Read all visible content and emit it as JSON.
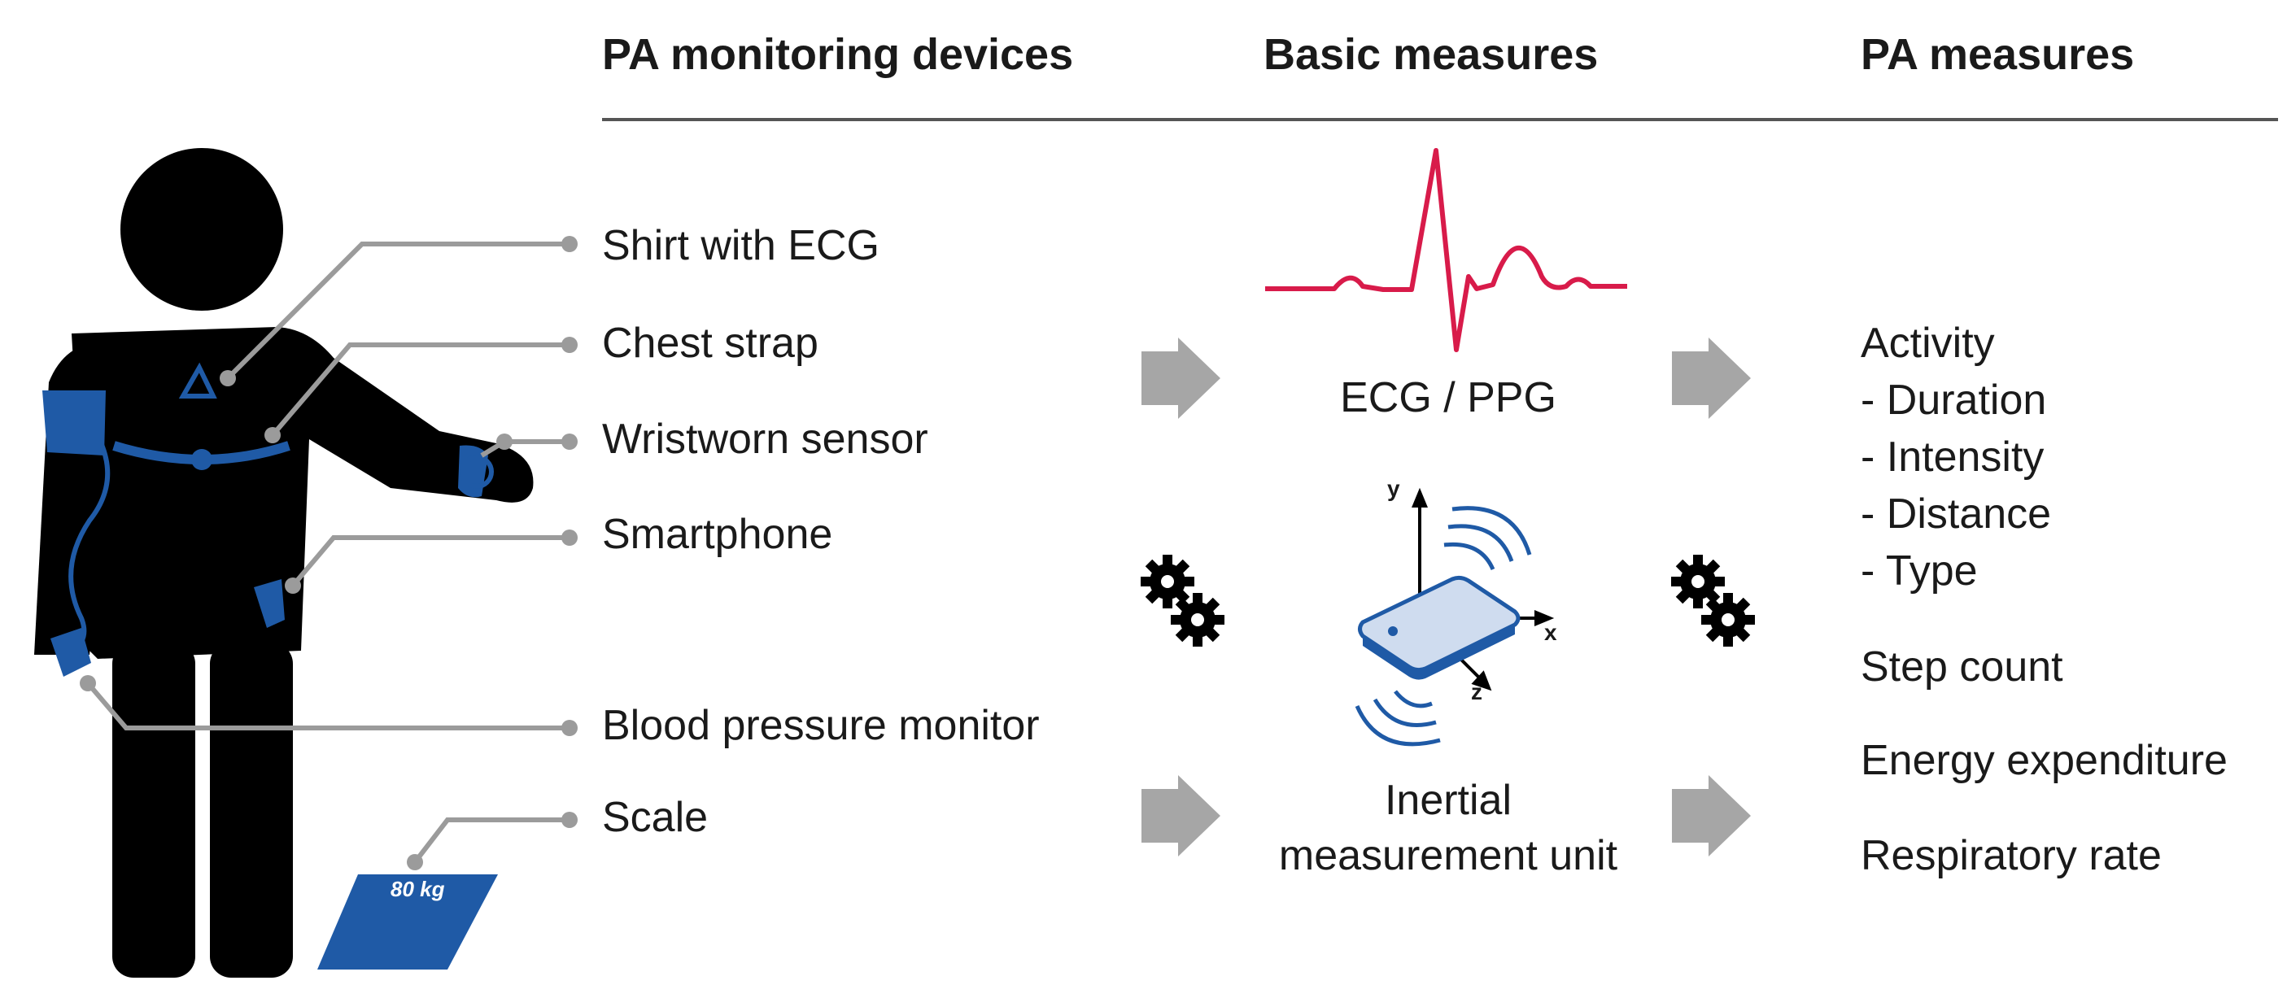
{
  "headers": {
    "devices": "PA monitoring devices",
    "basic": "Basic measures",
    "pa": "PA measures"
  },
  "devices": [
    "Shirt with ECG",
    "Chest strap",
    "Wristworn sensor",
    "Smartphone",
    "Blood pressure monitor",
    "Scale"
  ],
  "scale_reading": "80 kg",
  "basic_measures": {
    "ecg": "ECG / PPG",
    "imu_line1": "Inertial",
    "imu_line2": "measurement unit"
  },
  "imu_axes": {
    "y": "y",
    "x": "x",
    "z": "z"
  },
  "pa_measures": {
    "activity": "Activity",
    "activity_items": [
      "- Duration",
      "- Intensity",
      "- Distance",
      "- Type"
    ],
    "step_count": "Step count",
    "energy": "Energy expenditure",
    "respiratory": "Respiratory rate"
  },
  "colors": {
    "accent_blue": "#1f5aa6",
    "ecg_red": "#d81b4a",
    "connector_gray": "#9b9b9b",
    "arrow_gray": "#a6a6a6",
    "figure_black": "#000000"
  }
}
